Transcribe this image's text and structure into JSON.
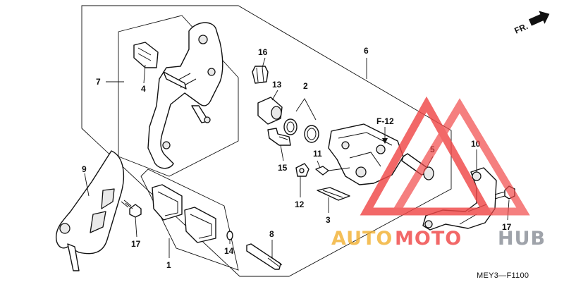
{
  "diagram": {
    "direction_label": "FR.",
    "reference_label": "F-12",
    "drawing_code": "MEY3—F1100",
    "callouts": [
      "1",
      "2",
      "3",
      "4",
      "5",
      "6",
      "7",
      "8",
      "9",
      "10",
      "11",
      "12",
      "13",
      "14",
      "15",
      "16",
      "17",
      "17"
    ]
  },
  "watermark": {
    "text_part1": "AUTO",
    "text_part2": "MOTO",
    "text_part3": "HUB",
    "colors": {
      "red": "#f04848",
      "orange": "#f2b134",
      "grey": "#8a8f98"
    }
  }
}
